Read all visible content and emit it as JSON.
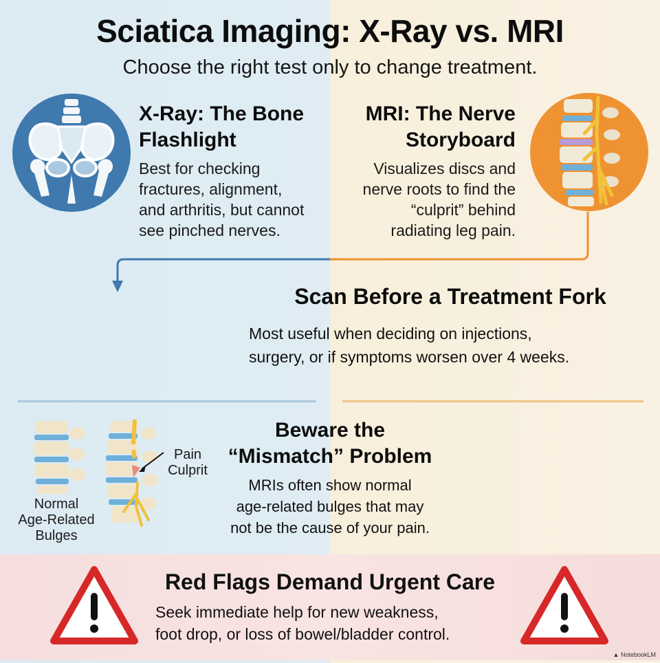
{
  "header": {
    "title": "Sciatica Imaging: X-Ray vs. MRI",
    "subtitle": "Choose the right test only to change treatment."
  },
  "xray": {
    "icon": "pelvis-xray-icon",
    "title_line1": "X-Ray: The Bone",
    "title_line2": "Flashlight",
    "body_lines": [
      "Best for checking",
      "fractures, alignment,",
      "and arthritis, but cannot",
      "see pinched nerves."
    ],
    "accent": "#3f79ad"
  },
  "mri": {
    "icon": "spine-nerve-mri-icon",
    "title_line1": "MRI: The Nerve",
    "title_line2": "Storyboard",
    "body_lines": [
      "Visualizes discs and",
      "nerve roots to find the",
      "“culprit” behind",
      "radiating leg pain."
    ],
    "accent": "#ef9231"
  },
  "scan": {
    "title": "Scan Before a Treatment Fork",
    "body_lines": [
      "Most useful when deciding on injections,",
      "surgery, or if symptoms worsen over 4 weeks."
    ]
  },
  "mismatch": {
    "title_line1": "Beware the",
    "title_line2": "“Mismatch” Problem",
    "body_lines": [
      "MRIs often show normal",
      "age-related bulges that may",
      "not be the cause of your pain."
    ],
    "label_normal": [
      "Normal",
      "Age-Related",
      "Bulges"
    ],
    "label_culprit": [
      "Pain",
      "Culprit"
    ]
  },
  "red_flags": {
    "icon": "warning-triangle-icon",
    "title": "Red Flags Demand Urgent Care",
    "body_lines": [
      "Seek immediate help for new weakness,",
      "foot drop, or loss of bowel/bladder control."
    ],
    "accent": "#d62828"
  },
  "footer": {
    "brand": "NotebookLM"
  },
  "colors": {
    "blue_bg": "#dcebf3",
    "cream_bg": "#f8efdb",
    "blue_accent": "#3f79ad",
    "orange_accent": "#ef9231",
    "red_accent": "#d62828"
  }
}
